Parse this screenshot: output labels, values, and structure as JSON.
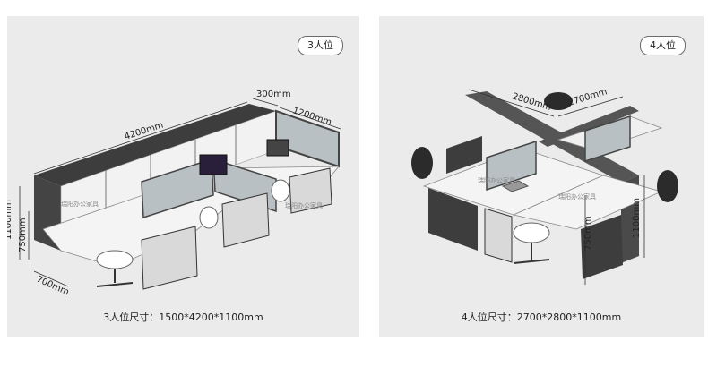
{
  "left": {
    "badge": "3人位",
    "caption": "3人位尺寸：1500*4200*1100mm",
    "dims": {
      "length": "4200mm",
      "depth_top": "300mm",
      "width_side": "1200mm",
      "height_total": "1100mm",
      "height_desk": "750mm",
      "depth_bottom": "700mm"
    },
    "watermarks": [
      "瑞阳办公家具",
      "瑞阳办公家具"
    ]
  },
  "right": {
    "badge": "4人位",
    "caption": "4人位尺寸：2700*2800*1100mm",
    "dims": {
      "length_a": "2800mm",
      "length_b": "2700mm",
      "height_total": "1100mm",
      "height_desk": "750mm"
    },
    "watermarks": [
      "瑞阳办公家具",
      "瑞阳办公家具"
    ]
  },
  "colors": {
    "desk_top": "#f4f4f4",
    "cabinet": "#3d3d3d",
    "frame": "#555555",
    "glass": "#b9c0c4"
  }
}
